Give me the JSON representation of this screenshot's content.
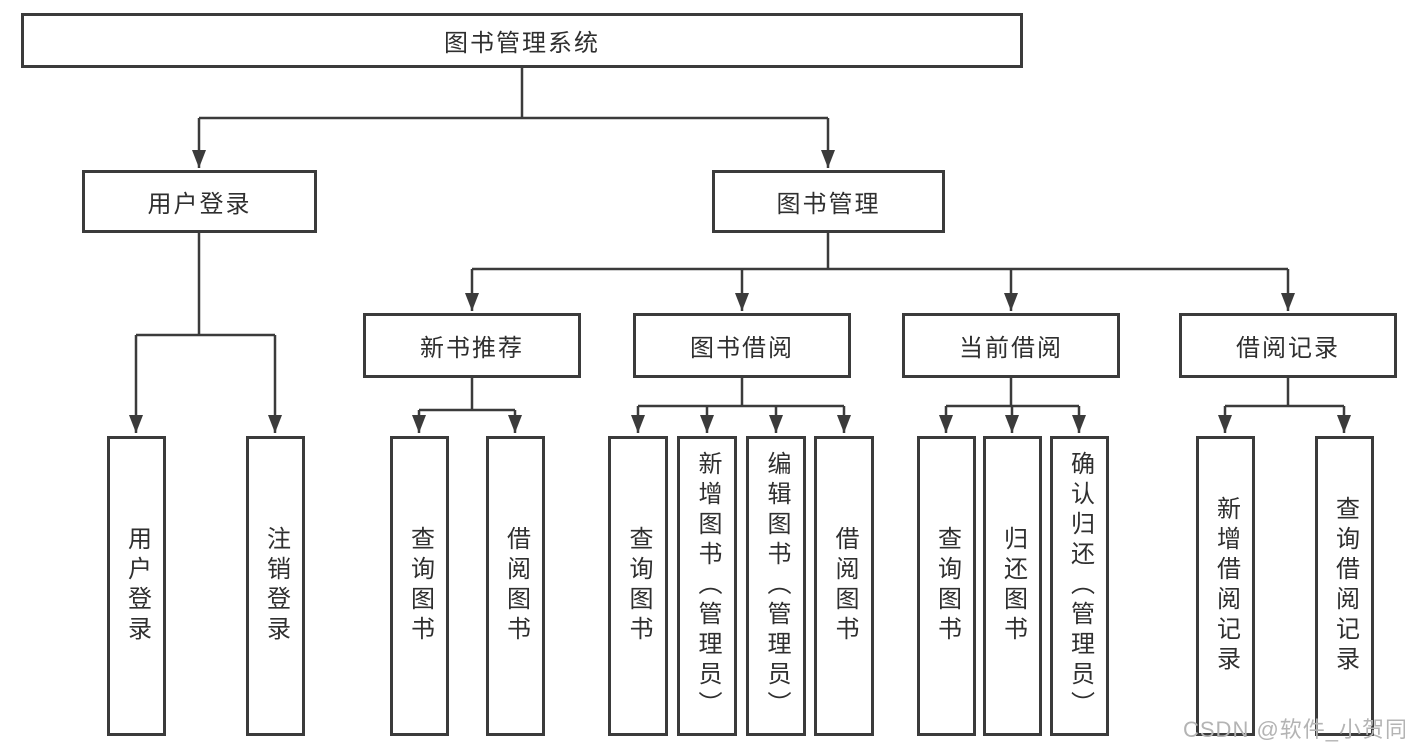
{
  "root": {
    "label": "图书管理系统"
  },
  "user_login": {
    "label": "用户登录",
    "children": [
      {
        "label": "用户登录"
      },
      {
        "label": "注销登录"
      }
    ]
  },
  "book_management": {
    "label": "图书管理",
    "groups": [
      {
        "label": "新书推荐",
        "children": [
          {
            "label": "查询图书"
          },
          {
            "label": "借阅图书"
          }
        ]
      },
      {
        "label": "图书借阅",
        "children": [
          {
            "label": "查询图书"
          },
          {
            "label": "新增图书（管理员）"
          },
          {
            "label": "编辑图书（管理员）"
          },
          {
            "label": "借阅图书"
          }
        ]
      },
      {
        "label": "当前借阅",
        "children": [
          {
            "label": "查询图书"
          },
          {
            "label": "归还图书"
          },
          {
            "label": "确认归还（管理员）"
          }
        ]
      },
      {
        "label": "借阅记录",
        "children": [
          {
            "label": "新增借阅记录"
          },
          {
            "label": "查询借阅记录"
          }
        ]
      }
    ]
  },
  "watermark": "CSDN @软件_小贺同学",
  "colors": {
    "line": "#3b3b3b",
    "text": "#2f2f2f",
    "watermark": "#b4b4b4"
  }
}
